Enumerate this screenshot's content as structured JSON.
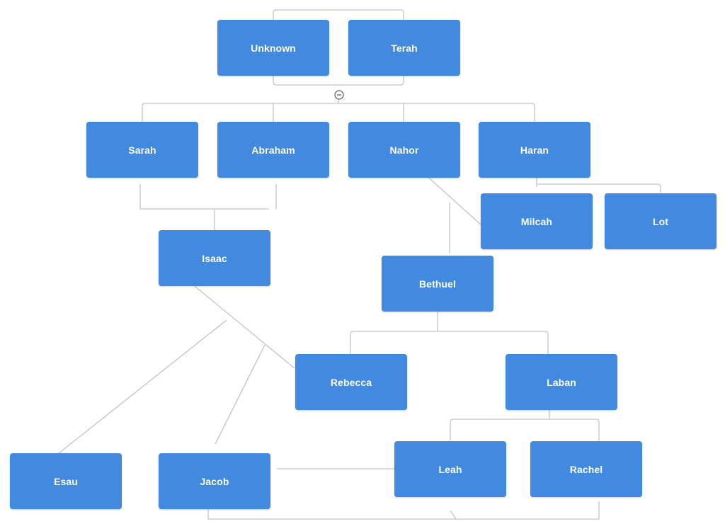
{
  "colors": {
    "node_fill": "#428adf",
    "node_text": "#ffffff",
    "connector": "#c4c4c4",
    "background": "#ffffff"
  },
  "nodes": {
    "unknown": {
      "label": "Unknown"
    },
    "terah": {
      "label": "Terah"
    },
    "sarah": {
      "label": "Sarah"
    },
    "abraham": {
      "label": "Abraham"
    },
    "nahor": {
      "label": "Nahor"
    },
    "haran": {
      "label": "Haran"
    },
    "milcah": {
      "label": "Milcah"
    },
    "lot": {
      "label": "Lot"
    },
    "isaac": {
      "label": "Isaac"
    },
    "bethuel": {
      "label": "Bethuel"
    },
    "rebecca": {
      "label": "Rebecca"
    },
    "laban": {
      "label": "Laban"
    },
    "esau": {
      "label": "Esau"
    },
    "jacob": {
      "label": "Jacob"
    },
    "leah": {
      "label": "Leah"
    },
    "rachel": {
      "label": "Rachel"
    }
  },
  "collapse_toggle": {
    "icon": "collapse-minus-icon"
  }
}
